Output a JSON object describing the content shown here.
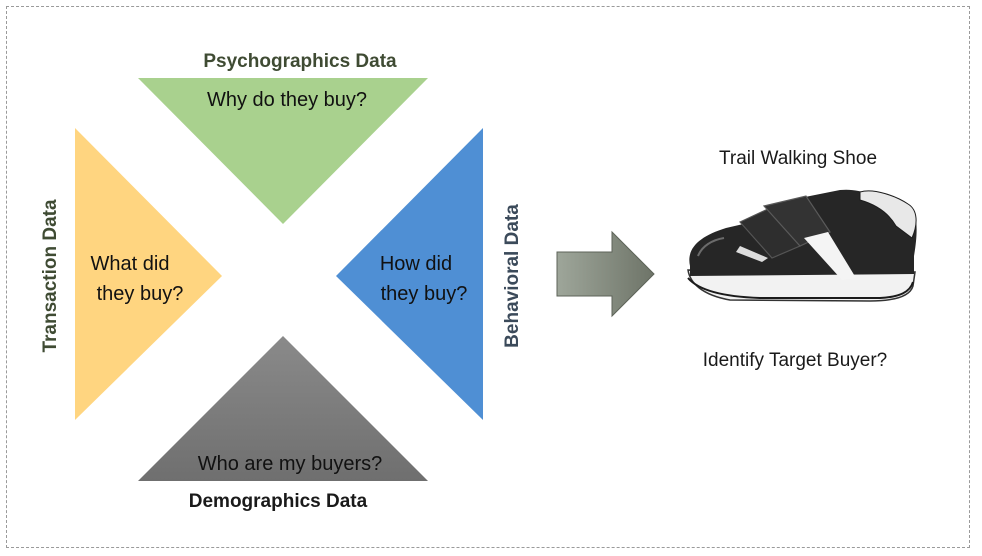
{
  "diagram": {
    "top": {
      "title": "Psychographics Data",
      "question": "Why do they buy?",
      "color": "#a9d18e"
    },
    "left": {
      "title": "Transaction Data",
      "question_line1": "What did",
      "question_line2": "they buy?",
      "color": "#ffd580"
    },
    "right": {
      "title": "Behavioral Data",
      "question_line1": "How did",
      "question_line2": "they buy?",
      "color": "#4f8fd4"
    },
    "bottom": {
      "title": "Demographics Data",
      "question": "Who are my buyers?",
      "color": "#808080"
    },
    "arrow_color": "#7f7f7f",
    "product": {
      "title": "Trail Walking Shoe",
      "caption": "Identify Target Buyer?",
      "image_icon": "walking-shoe-icon"
    }
  }
}
